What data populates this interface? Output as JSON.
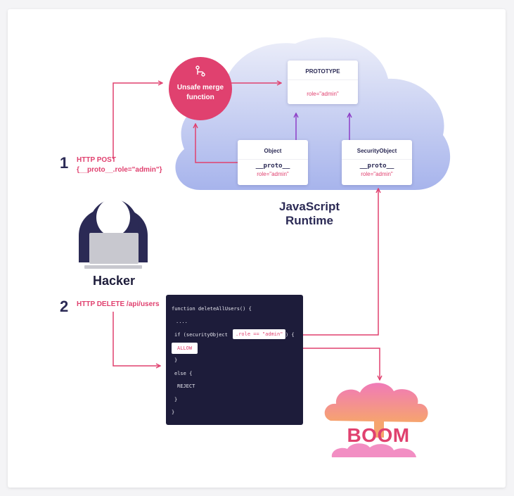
{
  "steps": {
    "one": {
      "number": "1",
      "method": "HTTP POST",
      "payload": "{__proto__.role=\"admin\"}"
    },
    "two": {
      "number": "2",
      "request": "HTTP DELETE /api/users"
    }
  },
  "merge": {
    "label_line1": "Unsafe merge",
    "label_line2": "function",
    "icon": "merge-icon"
  },
  "prototype_box": {
    "title": "PROTOTYPE",
    "role": "role=\"admin\""
  },
  "object_box": {
    "title": "Object",
    "proto": "__proto__",
    "role": "role=\"admin\""
  },
  "security_box": {
    "title": "SecurityObject",
    "proto": "__proto__",
    "role": "role=\"admin\""
  },
  "runtime": {
    "line1": "JavaScript",
    "line2": "Runtime"
  },
  "hacker": {
    "label": "Hacker"
  },
  "code": {
    "line1": "function deleteAllUsers() {",
    "line2": "....",
    "line3_prefix": "if (securityObject",
    "line3_highlight": ".role == \"admin\"",
    "line3_suffix": ") {",
    "allow": "ALLOW",
    "line5": "}",
    "line6": "else {",
    "line7": "REJECT",
    "line8": "}",
    "line9": "}"
  },
  "boom": {
    "label": "BOOM"
  },
  "colors": {
    "pink": "#e0416f",
    "purple": "#8e3fc7",
    "navy": "#1d1c3a",
    "cloud_top": "#e9ecf9",
    "cloud_bottom": "#a9b7ee"
  }
}
